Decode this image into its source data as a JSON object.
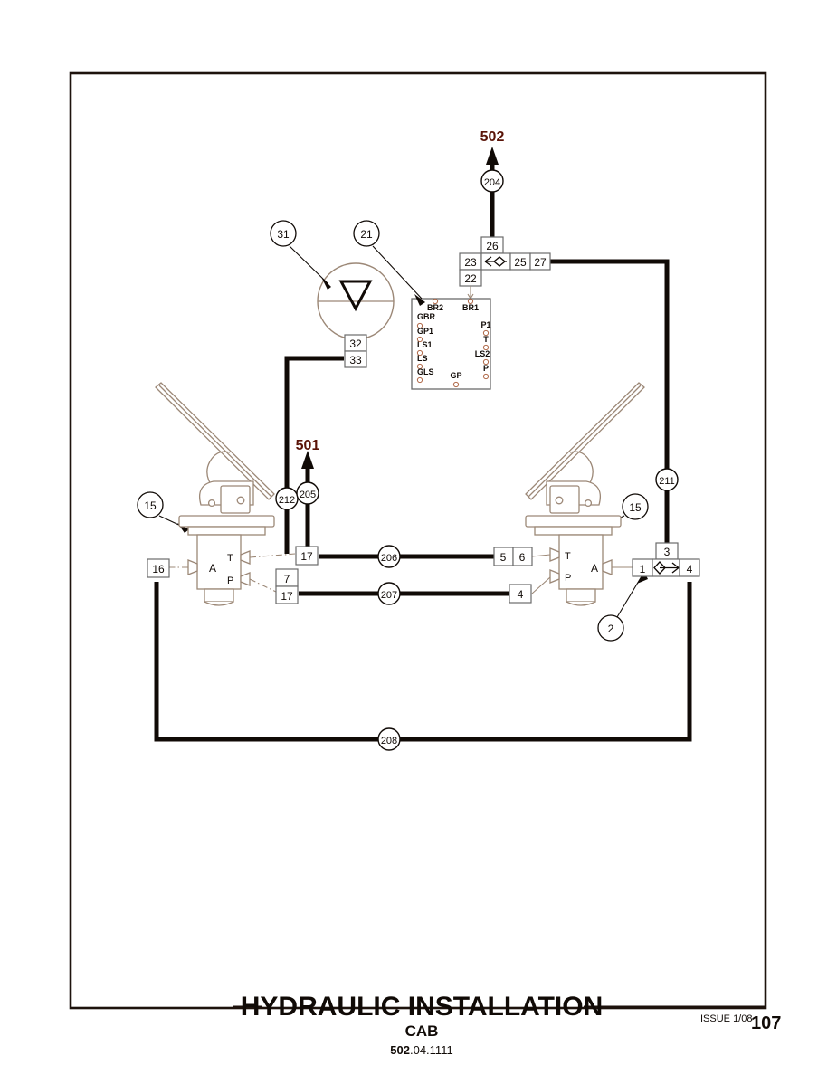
{
  "document": {
    "title": "HYDRAULIC INSTALLATION",
    "subtitle": "CAB",
    "drawing_number_bold": "502",
    "drawing_number_rest": ".04.1111",
    "issue": "ISSUE  1/08",
    "page_number": "107"
  },
  "colors": {
    "line_black": "#100a06",
    "outline_brown": "#9c8877",
    "label_red": "#5a1408",
    "border": "#1d120c",
    "box_stroke": "#6b6b6b"
  },
  "flow_labels": {
    "out_502": "502",
    "out_501": "501"
  },
  "line_tags": [
    {
      "id": "204",
      "label": "204"
    },
    {
      "id": "211",
      "label": "211"
    },
    {
      "id": "212",
      "label": "212"
    },
    {
      "id": "205",
      "label": "205"
    },
    {
      "id": "206",
      "label": "206"
    },
    {
      "id": "207",
      "label": "207"
    },
    {
      "id": "208",
      "label": "208"
    }
  ],
  "callouts": [
    {
      "id": "31",
      "label": "31"
    },
    {
      "id": "21",
      "label": "21"
    },
    {
      "id": "15L",
      "label": "15"
    },
    {
      "id": "15R",
      "label": "15"
    },
    {
      "id": "2",
      "label": "2"
    }
  ],
  "item_boxes": {
    "valve_cluster_top": "26",
    "valve_cluster_left": "23",
    "valve_cluster_mid": "25",
    "valve_cluster_right": "27",
    "valve_cluster_bottom": "22",
    "tank_upper": "32",
    "tank_lower": "33",
    "left_port_a": "16",
    "left_port_t": "17",
    "left_stack_upper": "7",
    "left_stack_lower": "17",
    "right_t_left": "5",
    "right_t_right": "6",
    "right_p": "4",
    "right_valve_top": "3",
    "right_valve_left": "1",
    "right_valve_right": "4"
  },
  "manifold_ports": {
    "top": [
      "BR2",
      "BR1"
    ],
    "left": [
      "GBR",
      "GP1",
      "LS1",
      "LS",
      "GLS"
    ],
    "right": [
      "P1",
      "T",
      "LS2",
      "P"
    ],
    "bottom": [
      "GP"
    ]
  },
  "pedal_valve_ports": {
    "left": [
      "A",
      "T",
      "P"
    ],
    "right": [
      "T",
      "P",
      "A"
    ]
  }
}
